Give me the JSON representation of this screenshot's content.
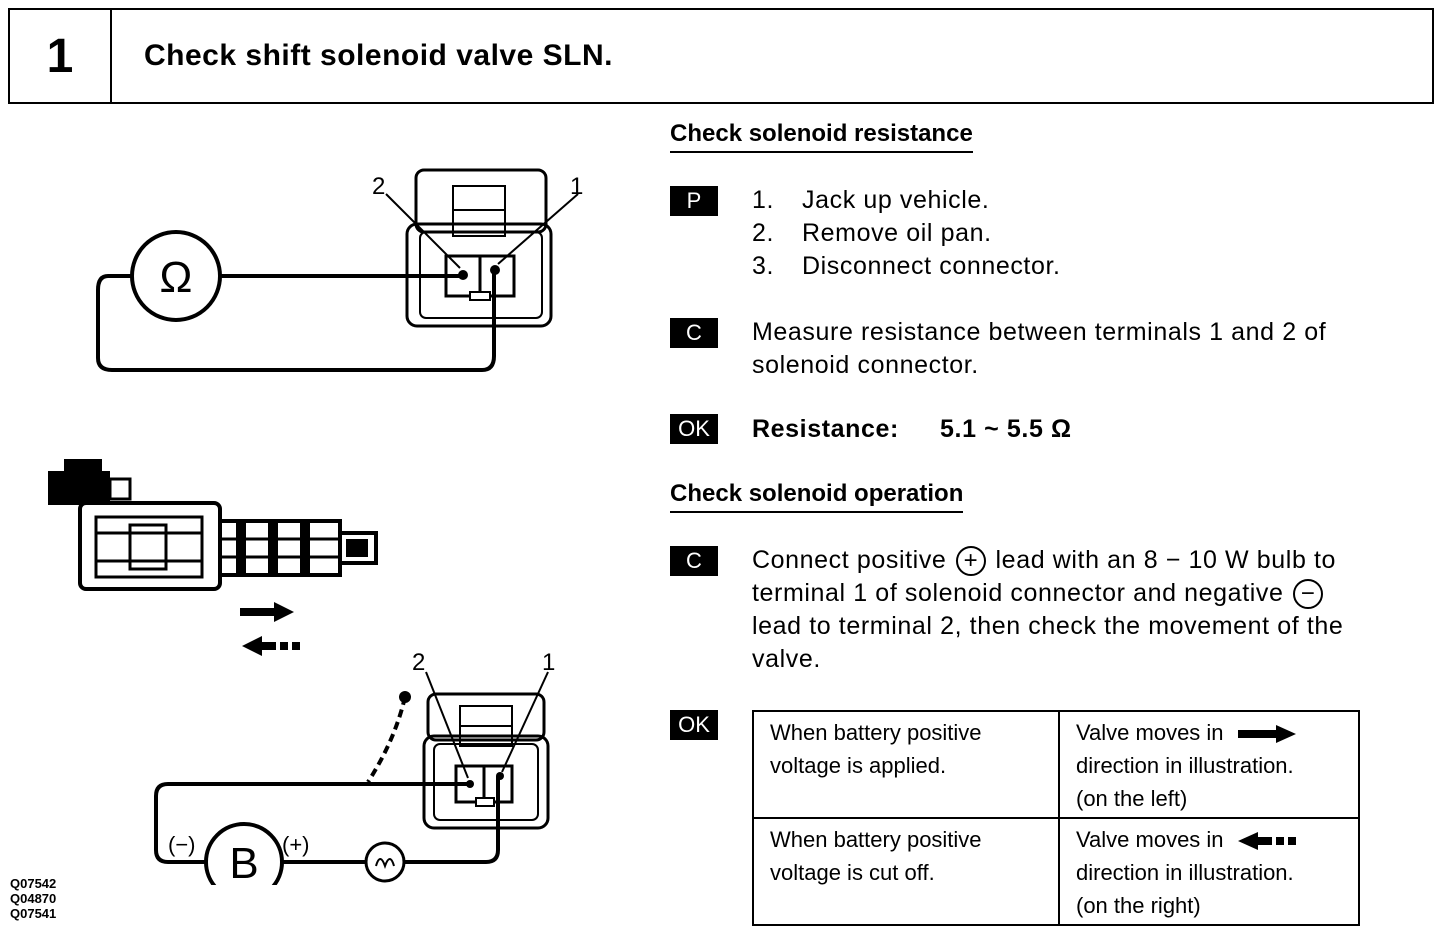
{
  "header": {
    "step_number": "1",
    "title": "Check shift solenoid valve SLN."
  },
  "resistance_section": {
    "heading": "Check solenoid resistance",
    "prep_badge": "P",
    "prep_steps": [
      {
        "n": "1.",
        "text": "Jack up vehicle."
      },
      {
        "n": "2.",
        "text": "Remove oil pan."
      },
      {
        "n": "3.",
        "text": "Disconnect connector."
      }
    ],
    "check_badge": "C",
    "check_text_line1": "Measure resistance between terminals 1 and 2 of",
    "check_text_line2": "solenoid connector.",
    "ok_badge": "OK",
    "ok_label": "Resistance:",
    "ok_value": "5.1 ~ 5.5 Ω"
  },
  "operation_section": {
    "heading": "Check solenoid operation",
    "check_badge": "C",
    "check_line1_a": "Connect positive",
    "positive_symbol": "+",
    "check_line1_b": "lead with an 8 − 10 W bulb to",
    "check_line2_a": "terminal 1 of solenoid connector and negative",
    "negative_symbol": "−",
    "check_line3": "lead to terminal 2, then check the movement of the",
    "check_line4": "valve.",
    "ok_badge": "OK",
    "table": [
      {
        "condition_l1": "When battery positive",
        "condition_l2": "voltage is applied.",
        "result_l1": "Valve moves in",
        "result_l2": "direction in illustration.",
        "result_l3": "(on the left)",
        "arrow": "solid-right-arrow-icon"
      },
      {
        "condition_l1": "When battery positive",
        "condition_l2": "voltage is cut off.",
        "result_l1": "Valve moves in",
        "result_l2": "direction in illustration.",
        "result_l3": "(on the right)",
        "arrow": "dashed-left-arrow-icon"
      }
    ]
  },
  "diagram_top": {
    "meter_symbol": "Ω",
    "terminal_2": "2",
    "terminal_1": "1"
  },
  "diagram_bottom": {
    "battery_label": "B",
    "battery_negative": "(−)",
    "battery_positive": "(+)",
    "terminal_2": "2",
    "terminal_1": "1"
  },
  "figure_codes": [
    "Q07542",
    "Q04870",
    "Q07541"
  ]
}
